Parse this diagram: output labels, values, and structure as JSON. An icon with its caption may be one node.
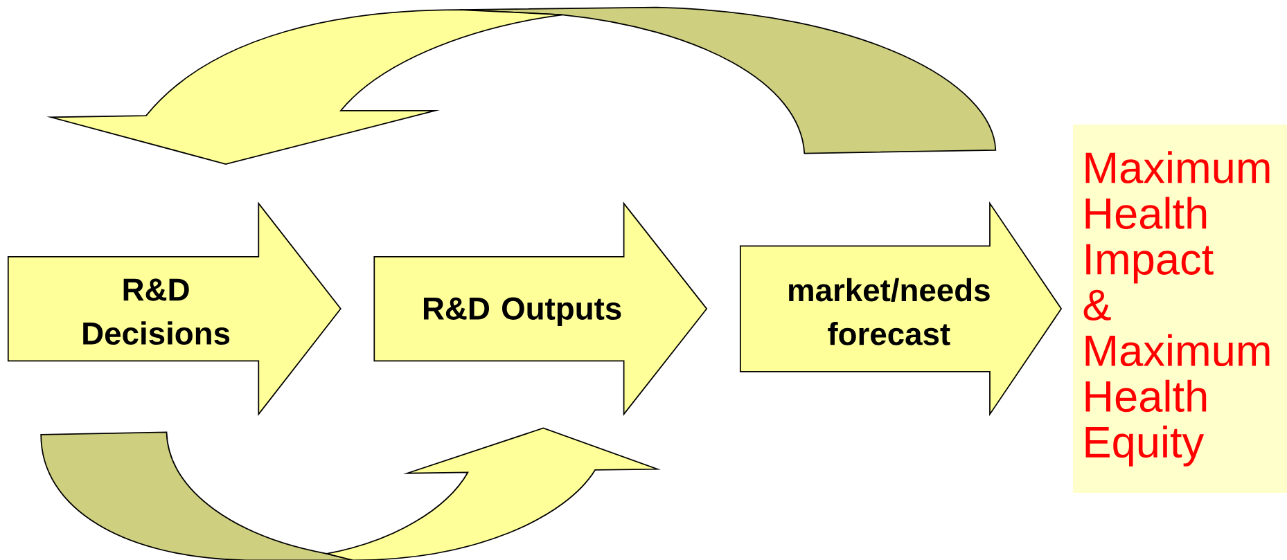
{
  "diagram": {
    "nodes": [
      {
        "text": [
          "R&D Decisions"
        ]
      },
      {
        "text": [
          "R&D Outputs"
        ]
      },
      {
        "text": [
          "market/needs forecast"
        ]
      },
      {
        "text": [
          "Maximum Health Impact & Maximum Health Equity"
        ]
      }
    ],
    "edges": [
      {
        "from": 2,
        "to": 0,
        "arrow": "to"
      },
      {
        "from": 0,
        "to": 1,
        "arrow": "to"
      }
    ]
  }
}
